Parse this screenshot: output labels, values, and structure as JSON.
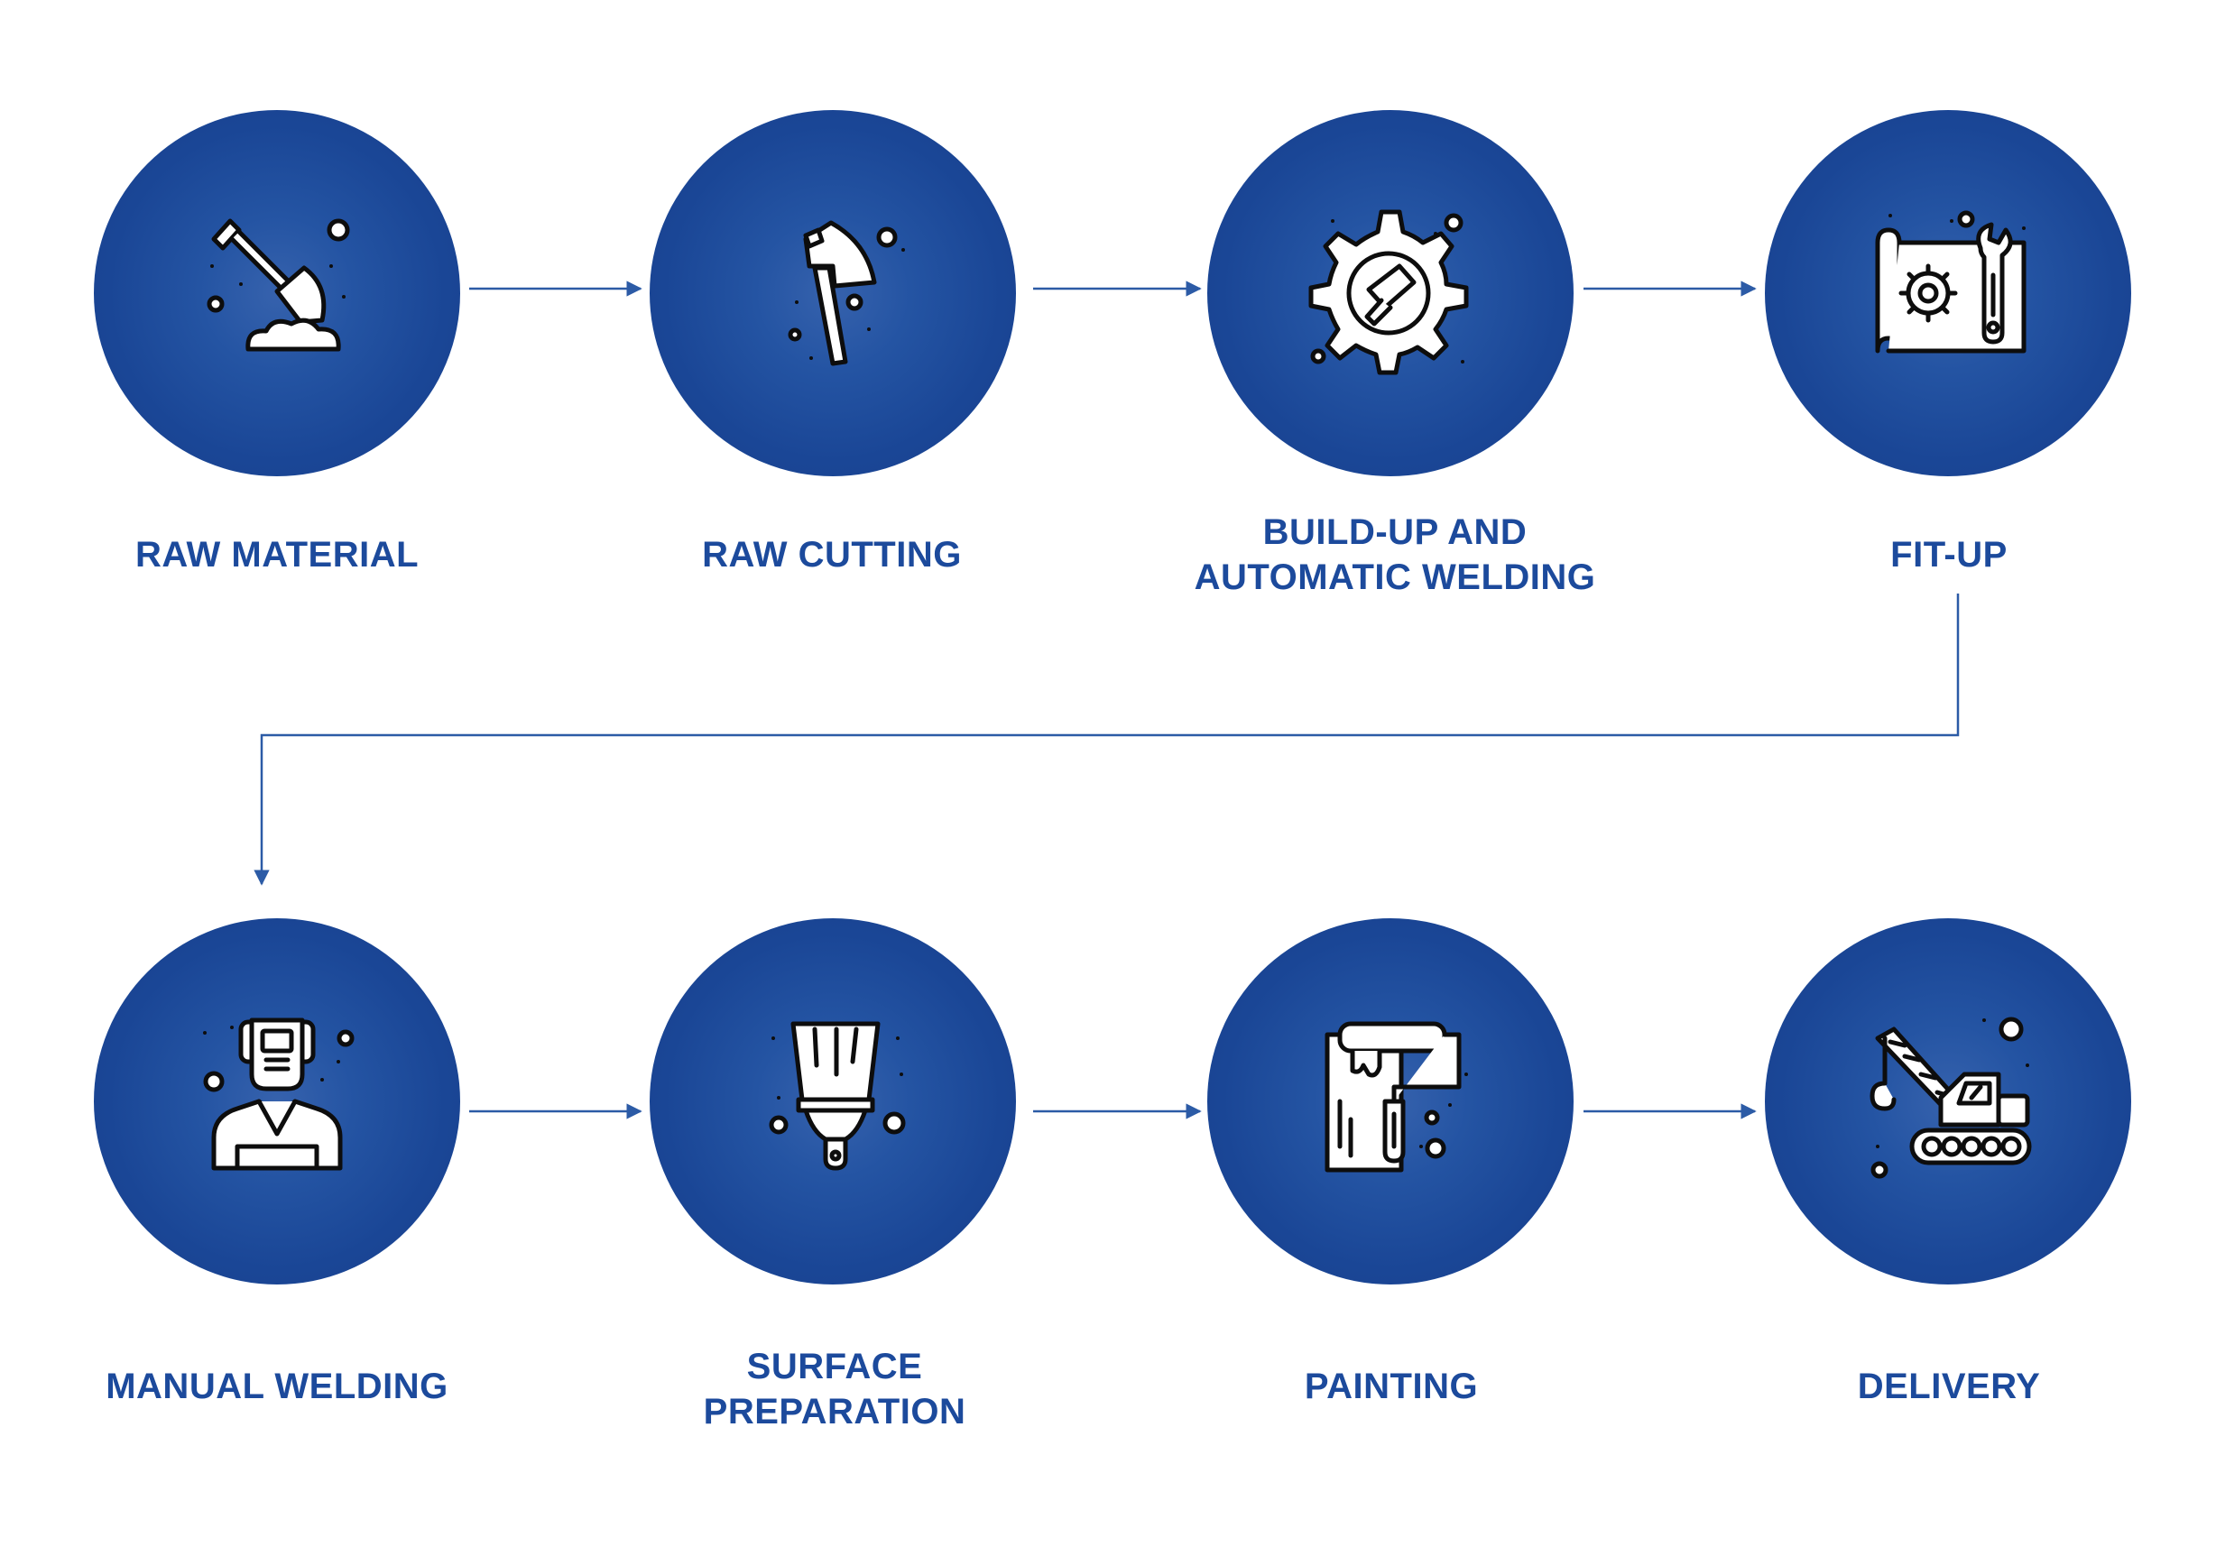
{
  "colors": {
    "accent": "#1c4a9c",
    "circle_center": "#3662ad",
    "circle_edge": "#173f8b",
    "connector": "#2c5ba6",
    "icon_stroke": "#0d0d0d",
    "icon_fill": "#ffffff"
  },
  "steps": [
    {
      "label": "RAW MATERIAL",
      "icon": "shovel-icon"
    },
    {
      "label": "RAW CUTTING",
      "icon": "axe-icon"
    },
    {
      "label": "BUILD-UP AND\nAUTOMATIC WELDING",
      "icon": "gear-hammer-icon"
    },
    {
      "label": "FIT-UP",
      "icon": "blueprint-wrench-icon"
    },
    {
      "label": "MANUAL WELDING",
      "icon": "welder-icon"
    },
    {
      "label": "SURFACE\nPREPARATION",
      "icon": "brush-icon"
    },
    {
      "label": "PAINTING",
      "icon": "paint-roller-icon"
    },
    {
      "label": "DELIVERY",
      "icon": "crane-icon"
    }
  ]
}
